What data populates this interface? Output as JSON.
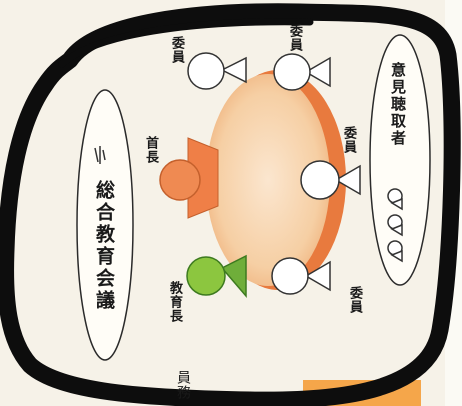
{
  "council_title": "総合教育会議",
  "roles": {
    "mayor": "首長",
    "education_chief": "教育長",
    "member": "委員",
    "observers": "意見聴取者"
  },
  "edge_text": "員務"
}
